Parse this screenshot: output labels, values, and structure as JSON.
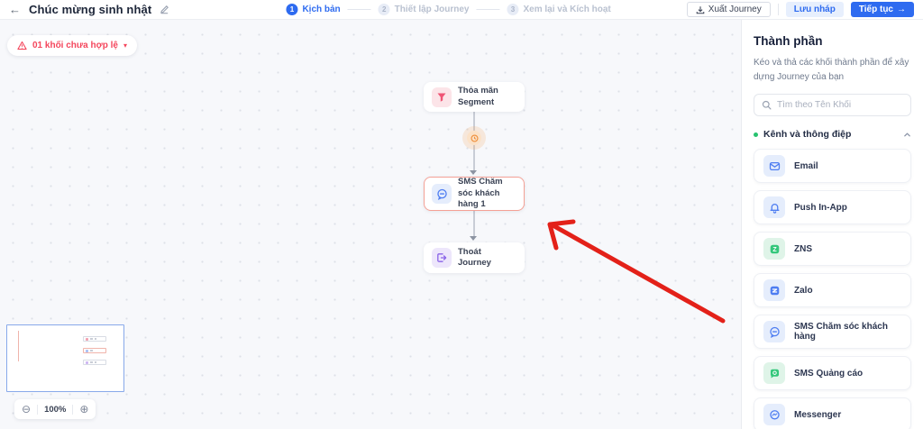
{
  "header": {
    "back_glyph": "←",
    "title": "Chúc mừng sinh nhật",
    "steps": [
      {
        "num": "1",
        "label": "Kịch bản"
      },
      {
        "num": "2",
        "label": "Thiết lập Journey"
      },
      {
        "num": "3",
        "label": "Xem lại và Kích hoạt"
      }
    ],
    "export_label": "Xuất Journey",
    "save_draft_label": "Lưu nháp",
    "continue_label": "Tiếp tục",
    "continue_arrow": "→"
  },
  "canvas": {
    "alert": {
      "label": "01 khối chưa hợp lệ",
      "caret": "▾"
    },
    "nodes": [
      {
        "label": "Thỏa mãn Segment"
      },
      {
        "label": "SMS Chăm sóc khách hàng 1"
      },
      {
        "label": "Thoát Journey"
      }
    ],
    "zoom": {
      "out_glyph": "⊖",
      "level": "100%",
      "in_glyph": "⊕"
    }
  },
  "sidebar": {
    "title": "Thành phần",
    "description": "Kéo và thả các khối thành phần để xây dựng Journey của bạn",
    "search_placeholder": "Tìm theo Tên Khối",
    "section_label": "Kênh và thông điệp",
    "items": [
      {
        "label": "Email"
      },
      {
        "label": "Push In-App"
      },
      {
        "label": "ZNS"
      },
      {
        "label": "Zalo"
      },
      {
        "label": "SMS Chăm sóc khách hàng"
      },
      {
        "label": "SMS Quảng cáo"
      },
      {
        "label": "Messenger"
      }
    ]
  },
  "colors": {
    "accent_blue": "#2e6bf0",
    "alert_red": "#f4465c",
    "annotation_red": "#e32119",
    "delay_orange": "#ef8f3c",
    "valid_green": "#27c26f",
    "invalid_border": "#f4a196"
  }
}
